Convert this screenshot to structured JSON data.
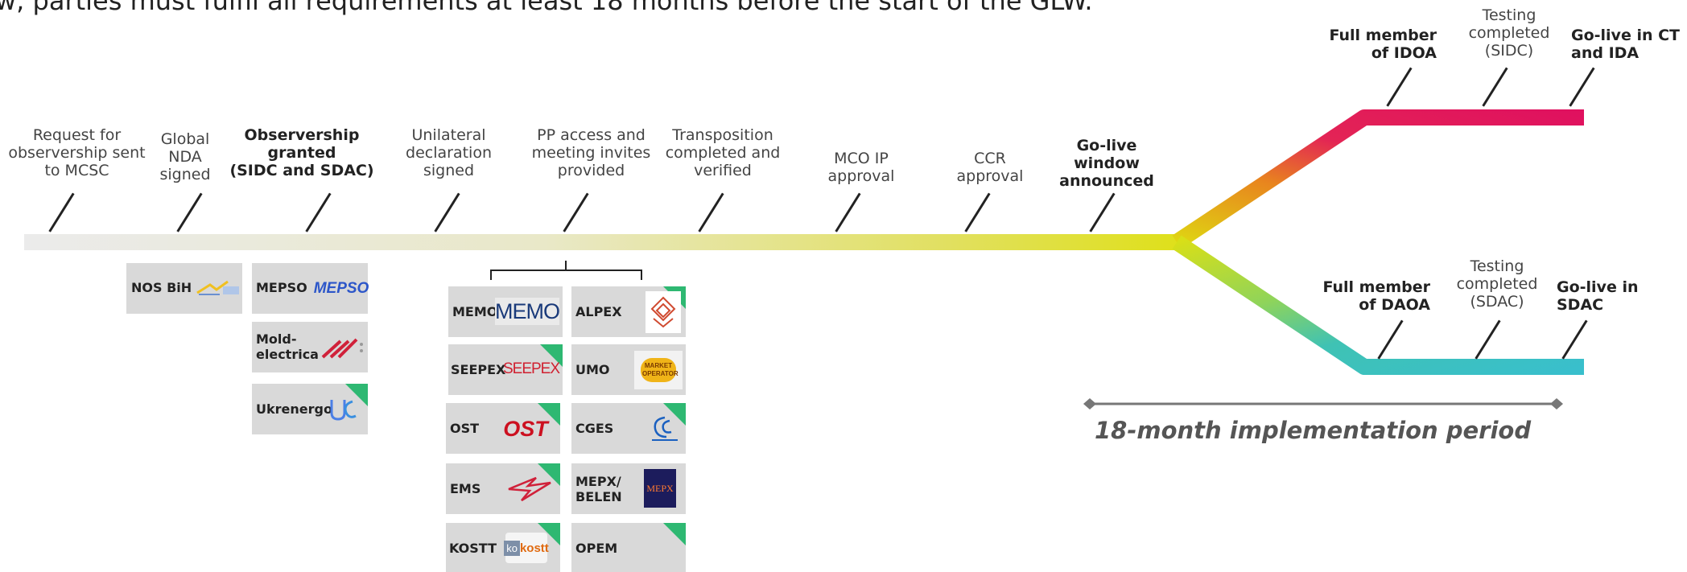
{
  "header_text": "w, parties must fulfil all requirements at least 18 months before the start of the GLW.",
  "milestones": [
    {
      "id": "m1",
      "text": "Request for\nobservership sent\nto MCSC",
      "bold": false
    },
    {
      "id": "m2",
      "text": "Global\nNDA\nsigned",
      "bold": false
    },
    {
      "id": "m3",
      "text": "Observership\ngranted\n(SIDC and SDAC)",
      "bold": true
    },
    {
      "id": "m4",
      "text": "Unilateral\ndeclaration\nsigned",
      "bold": false
    },
    {
      "id": "m5",
      "text": "PP access and\nmeeting invites\nprovided",
      "bold": false
    },
    {
      "id": "m6",
      "text": "Transposition\ncompleted and\nverified",
      "bold": false
    },
    {
      "id": "m7",
      "text": "MCO IP\napproval",
      "bold": false
    },
    {
      "id": "m8",
      "text": "CCR\napproval",
      "bold": false
    },
    {
      "id": "m9",
      "text": "Go-live\nwindow\nannounced",
      "bold": true
    }
  ],
  "upper_branch": {
    "full_member": "Full member\nof IDOA",
    "testing": "Testing\ncompleted\n(SIDC)",
    "go_live": "Go-live in CT\nand IDA"
  },
  "lower_branch": {
    "full_member": "Full member\nof DAOA",
    "testing": "Testing\ncompleted\n(SDAC)",
    "go_live": "Go-live in\nSDAC"
  },
  "period_label": "18-month implementation period",
  "colors": {
    "track_start": "#ebebeb",
    "track_mid": "#dfe01a",
    "upper_end": "#e0115f",
    "lower_end": "#39bfcc",
    "green_corner": "#2eb872",
    "card_bg": "#d9d9d9"
  },
  "parties_col1": [
    {
      "name": "NOS BiH",
      "logo": "NOS BiH logo",
      "green": false
    },
    {
      "name": "MEPSO",
      "logo": "MEPSO",
      "green": false
    },
    {
      "name": "Mold-\nelectrica",
      "logo": "Moldelectrica logo",
      "green": false
    },
    {
      "name": "Ukrenergo",
      "logo": "Ukrenergo logo",
      "green": true
    }
  ],
  "parties_col2": [
    {
      "name": "MEMO",
      "logo": "MEMO",
      "green": false
    },
    {
      "name": "SEEPEX",
      "logo": "SEEPEX",
      "green": true
    },
    {
      "name": "OST",
      "logo": "OST",
      "green": true
    },
    {
      "name": "EMS",
      "logo": "EMS logo",
      "green": true
    },
    {
      "name": "KOSTT",
      "logo": "kostt",
      "green": true
    }
  ],
  "parties_col3": [
    {
      "name": "ALPEX",
      "logo": "ALPEX logo",
      "green": true
    },
    {
      "name": "UMO",
      "logo": "MARKET OPERATOR",
      "green": false
    },
    {
      "name": "CGES",
      "logo": "CGES logo",
      "green": true
    },
    {
      "name": "MEPX/\nBELEN",
      "logo": "MEPX",
      "green": false
    },
    {
      "name": "OPEM",
      "logo": "",
      "green": true
    }
  ]
}
